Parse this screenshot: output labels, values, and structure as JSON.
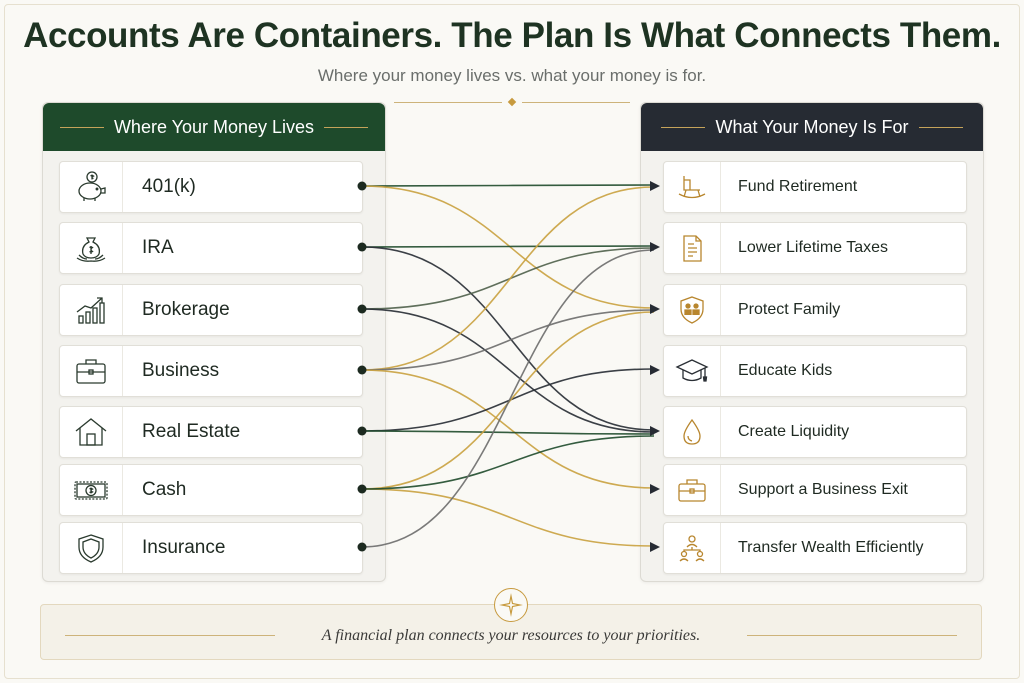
{
  "header": {
    "title": "Accounts Are Containers. The Plan Is What Connects Them.",
    "subtitle": "Where your money lives vs. what your money is for."
  },
  "left_panel": {
    "title": "Where Your Money Lives",
    "items": [
      {
        "label": "401(k)",
        "icon": "piggy-bank-icon"
      },
      {
        "label": "IRA",
        "icon": "money-bag-icon"
      },
      {
        "label": "Brokerage",
        "icon": "growth-chart-icon"
      },
      {
        "label": "Business",
        "icon": "briefcase-icon"
      },
      {
        "label": "Real Estate",
        "icon": "house-icon"
      },
      {
        "label": "Cash",
        "icon": "banknote-icon"
      },
      {
        "label": "Insurance",
        "icon": "shield-icon"
      }
    ]
  },
  "right_panel": {
    "title": "What Your Money Is For",
    "items": [
      {
        "label": "Fund Retirement",
        "icon": "rocking-chair-icon"
      },
      {
        "label": "Lower Lifetime Taxes",
        "icon": "tax-document-icon"
      },
      {
        "label": "Protect Family",
        "icon": "family-shield-icon"
      },
      {
        "label": "Educate Kids",
        "icon": "graduation-cap-icon"
      },
      {
        "label": "Create Liquidity",
        "icon": "water-drop-icon"
      },
      {
        "label": "Support a Business Exit",
        "icon": "briefcase-icon"
      },
      {
        "label": "Transfer Wealth Efficiently",
        "icon": "people-network-icon"
      }
    ]
  },
  "connections": [
    {
      "from": 0,
      "to": 0,
      "color": "#1e4a2b"
    },
    {
      "from": 0,
      "to": 2,
      "color": "#c9a13f"
    },
    {
      "from": 1,
      "to": 1,
      "color": "#1e4a2b"
    },
    {
      "from": 1,
      "to": 4,
      "color": "#262b33"
    },
    {
      "from": 2,
      "to": 1,
      "color": "#4e5f4a"
    },
    {
      "from": 2,
      "to": 4,
      "color": "#262b33"
    },
    {
      "from": 3,
      "to": 0,
      "color": "#c9a13f"
    },
    {
      "from": 3,
      "to": 2,
      "color": "#6b6b6b"
    },
    {
      "from": 3,
      "to": 5,
      "color": "#c9a13f"
    },
    {
      "from": 4,
      "to": 3,
      "color": "#262b33"
    },
    {
      "from": 4,
      "to": 4,
      "color": "#1e4a2b"
    },
    {
      "from": 5,
      "to": 2,
      "color": "#c9a13f"
    },
    {
      "from": 5,
      "to": 6,
      "color": "#c9a13f"
    },
    {
      "from": 5,
      "to": 4,
      "color": "#1e4a2b"
    },
    {
      "from": 6,
      "to": 1,
      "color": "#6b6b6b"
    }
  ],
  "colors": {
    "left_header": "#1e4a2b",
    "right_header": "#262b33",
    "accent_gold": "#c9a13f",
    "title_text": "#1e3322"
  },
  "footer": {
    "caption": "A financial plan connects your resources to your priorities.",
    "icon": "compass-star-icon"
  }
}
